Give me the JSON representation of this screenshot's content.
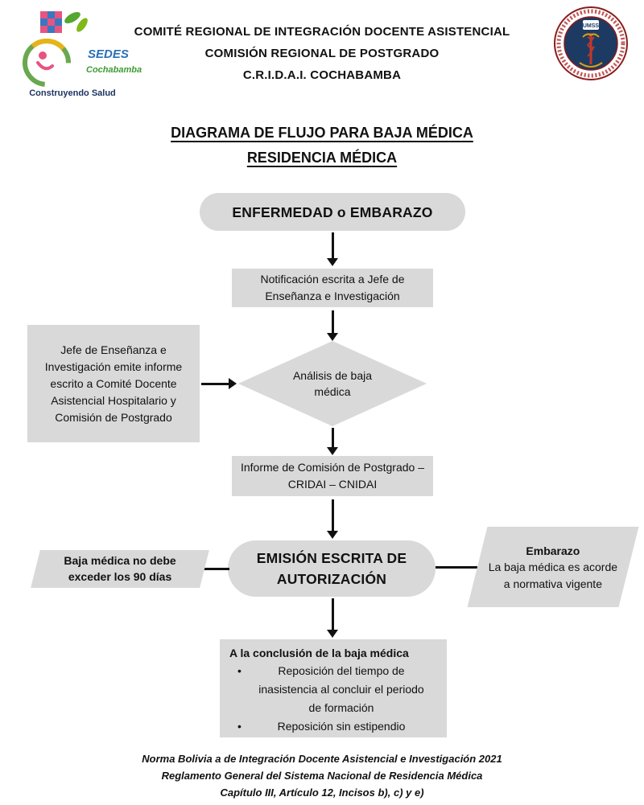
{
  "header": {
    "org_lines": [
      "COMITÉ REGIONAL DE INTEGRACIÓN DOCENTE ASISTENCIAL",
      "COMISIÓN REGIONAL DE POSTGRADO",
      "C.R.I.D.A.I. COCHABAMBA"
    ],
    "sedes": {
      "name": "SEDES",
      "subtitle": "Cochabamba",
      "tagline": "Construyendo Salud"
    },
    "umss": {
      "acronym": "UMSS"
    }
  },
  "title": {
    "line1": "DIAGRAMA DE FLUJO PARA BAJA MÉDICA",
    "line2": "RESIDENCIA MÉDICA"
  },
  "flow": {
    "start": "ENFERMEDAD o EMBARAZO",
    "notification": "Notificación escrita a Jefe de Enseñanza e Investigación",
    "side_report": "Jefe de Enseñanza e Investigación emite informe escrito a Comité Docente Asistencial Hospitalario y Comisión de Postgrado",
    "decision": "Análisis de baja médica",
    "commission_report": "Informe de Comisión de Postgrado – CRIDAI – CNIDAI",
    "authorization": "EMISIÓN ESCRITA DE AUTORIZACIÓN",
    "left_note": "Baja médica no debe exceder los 90 días",
    "right_note": {
      "title": "Embarazo",
      "body": "La baja médica es acorde a normativa vigente"
    },
    "conclusion": {
      "title": "A la conclusión de la baja médica",
      "bullets": [
        "Reposición del tiempo de inasistencia al concluir el periodo de formación",
        "Reposición sin estipendio"
      ]
    }
  },
  "footer": {
    "lines": [
      "Norma Bolivia a de Integración Docente Asistencial e Investigación 2021",
      "Reglamento General del Sistema Nacional de Residencia Médica",
      "Capítulo III, Artículo 12, Incisos b), c) y e)"
    ]
  },
  "colors": {
    "box_fill": "#d9d9d9",
    "arrow": "#111111",
    "background": "#ffffff"
  }
}
